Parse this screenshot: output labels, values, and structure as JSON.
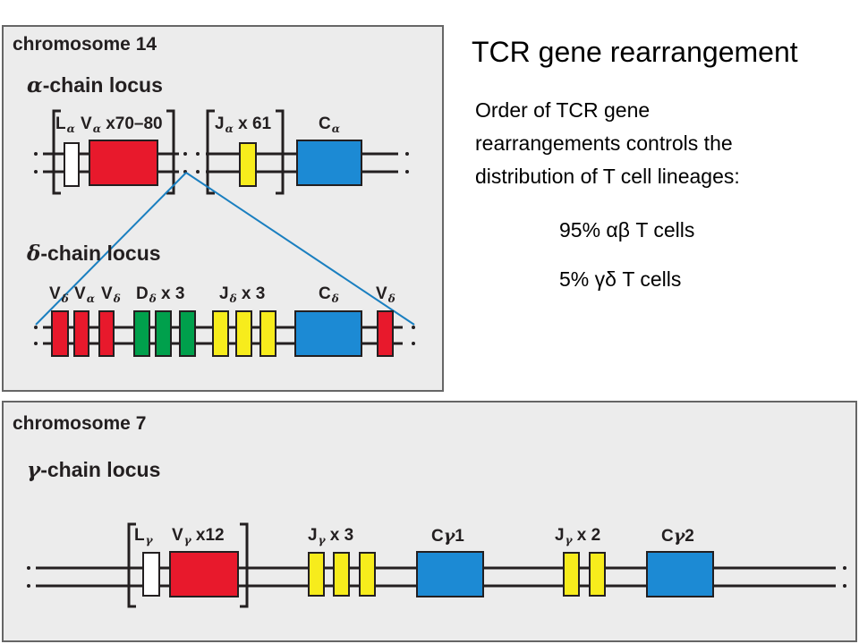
{
  "title": "TCR gene rearrangement",
  "description": [
    "Order of TCR gene",
    "rearrangements controls the",
    "distribution of T cell lineages:"
  ],
  "percentages": [
    "95% αβ T cells",
    "5% γδ T cells"
  ],
  "chromosome14": {
    "label": "chromosome 14",
    "alpha": {
      "greek": "α",
      "locus": "-chain locus",
      "segments": {
        "l": {
          "main": "L",
          "sub": "α"
        },
        "v": {
          "main": "V",
          "sub": "α",
          "count": "x70–80"
        },
        "j": {
          "main": "J",
          "sub": "α",
          "count": "x 61"
        },
        "c": {
          "main": "C",
          "sub": "α"
        }
      }
    },
    "delta": {
      "greek": "δ",
      "locus": "-chain locus",
      "segments": {
        "v1": {
          "main": "V",
          "sub": "δ"
        },
        "va": {
          "main": "V",
          "sub": "α"
        },
        "v2": {
          "main": "V",
          "sub": "δ"
        },
        "d": {
          "main": "D",
          "sub": "δ",
          "count": "x 3"
        },
        "j": {
          "main": "J",
          "sub": "δ",
          "count": "x 3"
        },
        "c": {
          "main": "C",
          "sub": "δ"
        },
        "v3": {
          "main": "V",
          "sub": "δ"
        }
      }
    }
  },
  "chromosome7": {
    "label": "chromosome 7",
    "gamma": {
      "greek": "γ",
      "locus": "-chain locus",
      "segments": {
        "l": {
          "main": "L",
          "sub": "γ"
        },
        "v": {
          "main": "V",
          "sub": "γ",
          "count": "x12"
        },
        "j1": {
          "main": "J",
          "sub": "γ",
          "count": "x 3"
        },
        "c1": {
          "main": "C",
          "greek": "γ",
          "num": "1"
        },
        "j2": {
          "main": "J",
          "sub": "γ",
          "count": "x 2"
        },
        "c2": {
          "main": "C",
          "greek": "γ",
          "num": "2"
        }
      }
    }
  },
  "colors": {
    "panel_bg": "#ececec",
    "v_segment": "#e8192c",
    "d_segment": "#00a04c",
    "j_segment": "#f7ec1c",
    "c_segment": "#1c8ad4",
    "l_segment": "#ffffff",
    "rearrangement_line": "#1a7fc0"
  }
}
